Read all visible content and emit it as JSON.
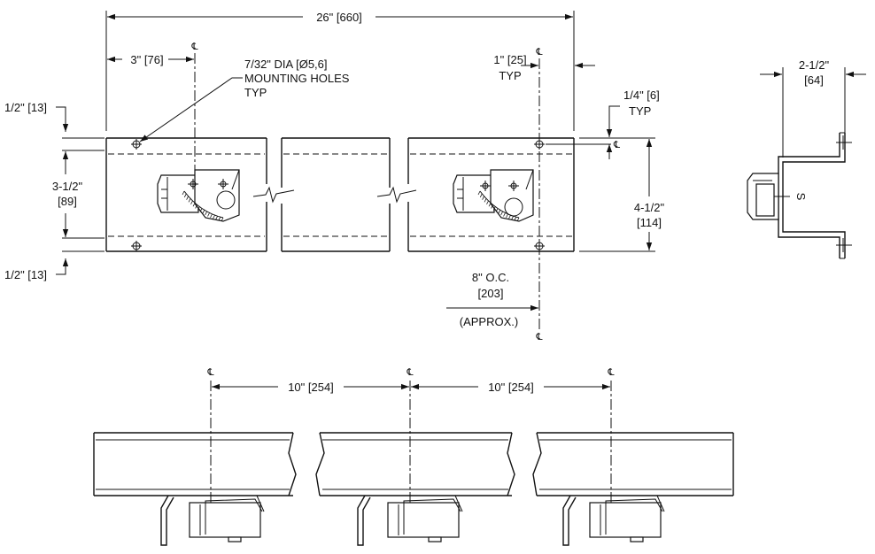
{
  "dimensions": {
    "overall_length": "26\" [660]",
    "first_hole_offset": "3\" [76]",
    "hole_note_line1": "7/32\" DIA [Ø5,6]",
    "hole_note_line2": "MOUNTING HOLES",
    "hole_note_line3": "TYP",
    "end_offset_line1": "1\" [25]",
    "end_offset_line2": "TYP",
    "edge_offset_line1": "1/4\" [6]",
    "edge_offset_line2": "TYP",
    "top_margin": "1/2\" [13]",
    "bottom_margin": "1/2\" [13]",
    "hole_spacing_line1": "3-1/2\"",
    "hole_spacing_line2": "[89]",
    "overall_height_line1": "4-1/2\"",
    "overall_height_line2": "[114]",
    "spacing_oc_line1": "8\" O.C.",
    "spacing_oc_line2": "[203]",
    "spacing_oc_line3": "(APPROX.)",
    "side_depth_line1": "2-1/2\"",
    "side_depth_line2": "[64]",
    "bracket_pitch_1": "10\" [254]",
    "bracket_pitch_2": "10\" [254]",
    "side_mark": "S",
    "centerline_symbol": "℄"
  }
}
